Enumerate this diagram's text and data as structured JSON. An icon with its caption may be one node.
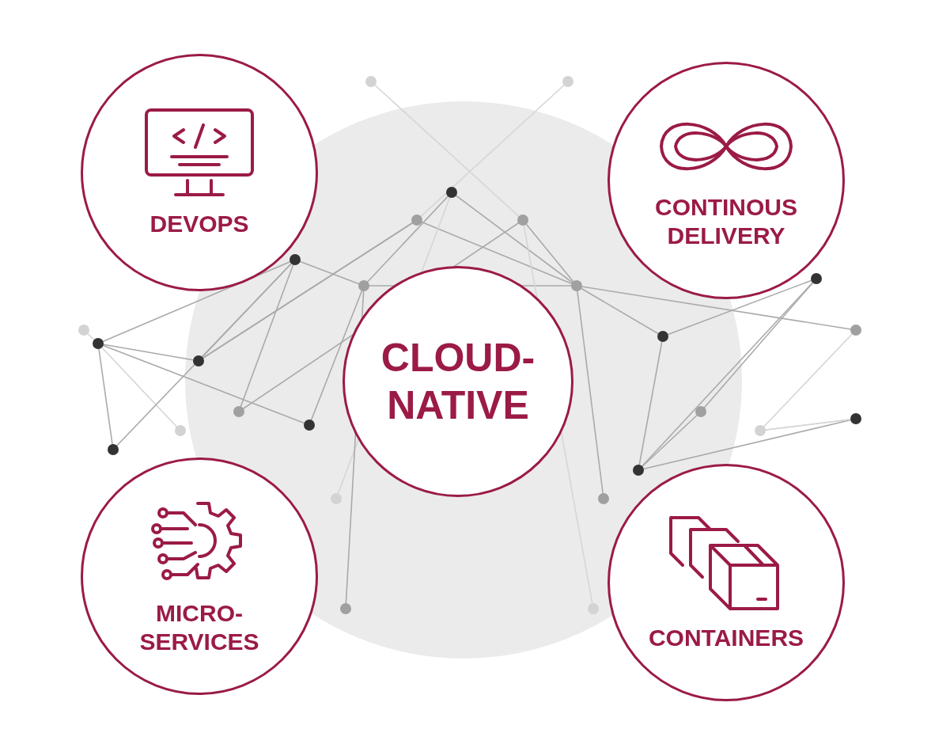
{
  "diagram": {
    "nodes": [
      {
        "text": [
          "DEVOPS"
        ]
      },
      {
        "text": [
          "CONTINOUS DELIVERY"
        ]
      },
      {
        "text": [
          "CLOUD- NATIVE"
        ]
      },
      {
        "text": [
          "MICRO- SERVICES"
        ]
      },
      {
        "text": [
          "CONTAINERS"
        ]
      }
    ]
  }
}
